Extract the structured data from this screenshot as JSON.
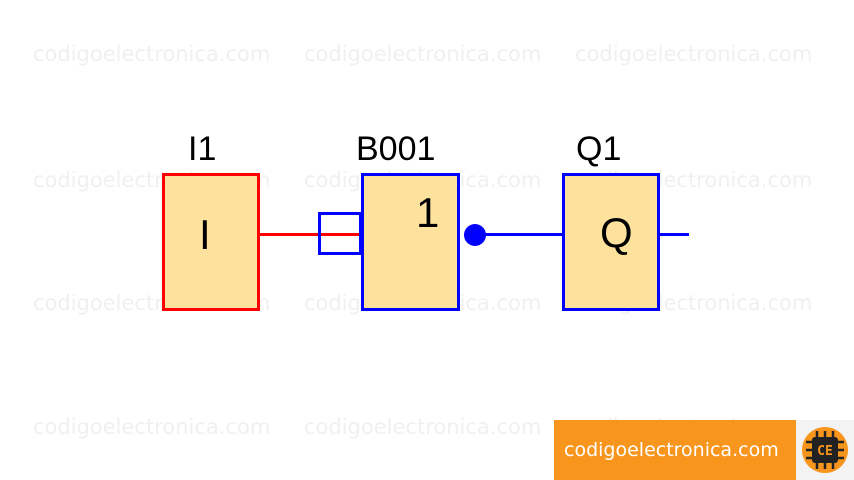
{
  "watermark": "codigoelectronica.com",
  "blocks": {
    "input": {
      "label": "I1",
      "symbol": "I"
    },
    "gate": {
      "label": "B001",
      "symbol": "1"
    },
    "output": {
      "label": "Q1",
      "symbol": "Q"
    }
  },
  "banner": {
    "text": "codigoelectronica.com"
  },
  "logo": {
    "text": "CE"
  },
  "colors": {
    "block_fill": "#fde29e",
    "input_border": "#ff0000",
    "wire_blue": "#0000ff",
    "banner": "#f7951d"
  }
}
